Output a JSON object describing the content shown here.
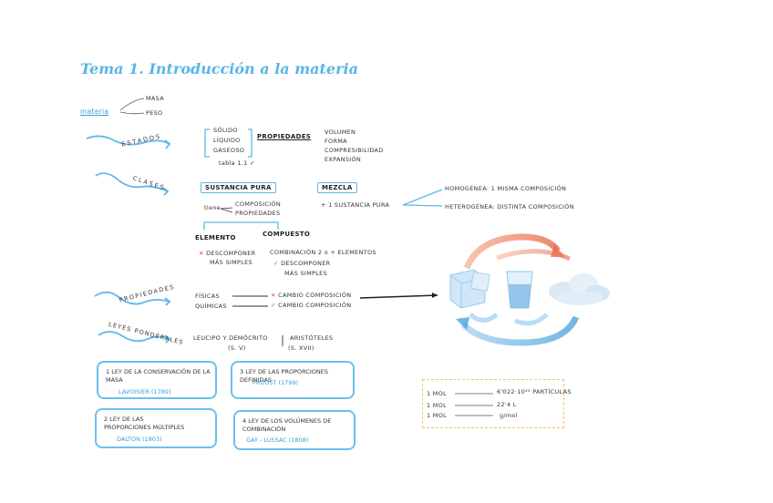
{
  "title": "Tema 1. Introducción a la materia",
  "materia": {
    "label": "materia",
    "masa": "MASA",
    "peso": "PESO"
  },
  "estados": {
    "label": "ESTADOS",
    "items": [
      "SÓLIDO",
      "LÍQUIDO",
      "GASEOSO"
    ],
    "note": "tabla 1.1 ✓",
    "propiedades": "PROPIEDADES",
    "props": [
      "VOLUMEN",
      "FORMA",
      "COMPRESIBILIDAD",
      "EXPANSIÓN"
    ]
  },
  "clases": {
    "label": "CLASES",
    "sustancia_pura": "SUSTANCIA PURA",
    "sp_note": "tiene",
    "sp_items": [
      "COMPOSICIÓN",
      "PROPIEDADES"
    ],
    "mezcla": "MEZCLA",
    "mezcla_note": "+ 1 SUSTANCIA PURA",
    "homogenea": "HOMOGÉNEA: 1 MISMA COMPOSICIÓN",
    "heterogenea": "HETEROGÉNEA: DISTINTA COMPOSICIÓN",
    "elemento": "ELEMENTO",
    "compuesto": "COMPUESTO",
    "elem_desc": [
      "DESCOMPONER",
      "MÁS SIMPLES"
    ],
    "comp_desc": "COMBINACIÓN 2 o + ELEMENTOS",
    "comp_desc2": [
      "DESCOMPONER",
      "MÁS SIMPLES"
    ]
  },
  "propiedades": {
    "label": "PROPIEDADES",
    "fisicas": "FÍSICAS",
    "quimicas": "QUÍMICAS",
    "fis_note": "CAMBIO COMPOSICIÓN",
    "qui_note": "CAMBIO COMPOSICIÓN"
  },
  "leyes": {
    "label": "LEYES PONDERALES",
    "header_left": "LEUCIPO Y DEMÓCRITO",
    "header_left_year": "(S. V)",
    "header_right": "ARISTÓTELES",
    "header_right_year": "(S. XVII)",
    "cards": [
      {
        "text": "1 LEY DE LA CONSERVACIÓN DE LA MASA",
        "author": "LAVOISIER (1789)"
      },
      {
        "text": "3 LEY DE LAS PROPORCIONES DEFINIDAS",
        "author": "PROUST (1799)"
      },
      {
        "text": "2 LEY DE LAS PROPORCIONES MÚLTIPLES",
        "author": "DALTON (1803)"
      },
      {
        "text": "4 LEY DE LOS VOLÚMENES DE COMBINACIÓN",
        "author": "GAY - LUSSAC (1808)"
      }
    ]
  },
  "mol": {
    "rows": [
      {
        "k": "1 MOL",
        "v": "6'022·10²³ PARTÍCULAS"
      },
      {
        "k": "1 MOL",
        "v": "22'4 L"
      },
      {
        "k": "1 MOL",
        "v": "g/mol"
      }
    ]
  },
  "colors": {
    "accent": "#59b6e6",
    "check": "#3aa64a",
    "cross": "#e0463a",
    "dashed": "#f2c070"
  },
  "icons": [
    "ice-cube-icon",
    "water-glass-icon",
    "cloud-icon",
    "cycle-arrows-icon"
  ]
}
